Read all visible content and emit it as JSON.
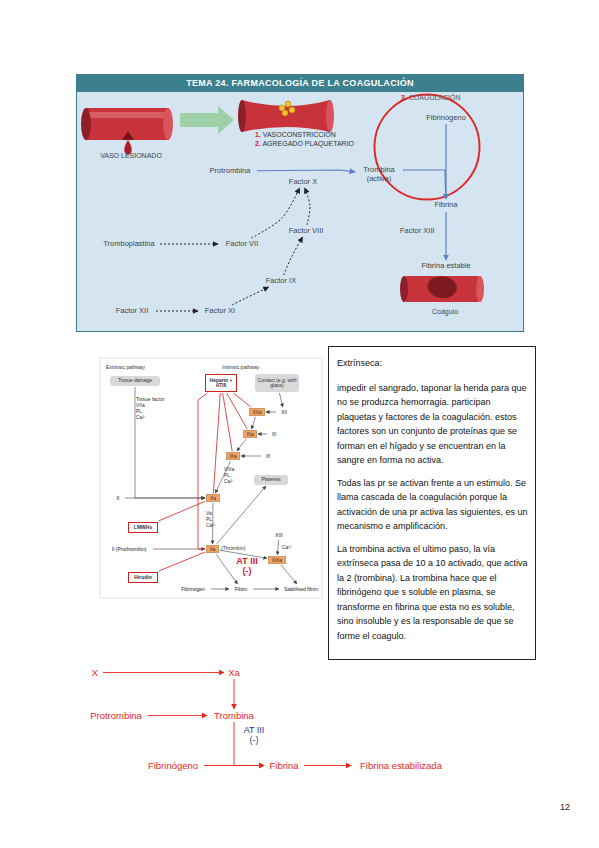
{
  "diagram": {
    "nodes": [
      {
        "text": [
          "TEMA 24. FARMACOLOGÍA DE LA COAGULACIÓN"
        ]
      },
      {
        "text": [
          "3. COAGULACIÓN"
        ],
        "in": 0
      },
      {
        "text": [
          "Fibrinógeno"
        ],
        "in": 1
      },
      {
        "text": [
          "Protrombina"
        ],
        "in": 0
      },
      {
        "text": [
          "Trombina (activa)"
        ],
        "in": 0
      },
      {
        "text": [
          "Factor X"
        ],
        "in": 0
      },
      {
        "text": [
          "Fibrina"
        ],
        "in": 0
      },
      {
        "text": [
          "Tromboplastina"
        ],
        "in": 0
      },
      {
        "text": [
          "Factor VII"
        ],
        "in": 0
      },
      {
        "text": [
          "Factor VIII"
        ],
        "in": 0
      },
      {
        "text": [
          "Factor IX"
        ],
        "in": 0
      },
      {
        "text": [
          "Fibrina estable"
        ],
        "in": 0
      },
      {
        "text": [
          "Factor XII"
        ],
        "in": 0
      },
      {
        "text": [
          "Factor XI"
        ],
        "in": 0
      },
      {
        "text": [
          "Tissue damage"
        ]
      },
      {
        "text": [
          "Heparin + ATIII"
        ]
      },
      {
        "text": [
          "Contact (e.g. with glass)"
        ]
      },
      {
        "text": [
          "XIIa"
        ]
      },
      {
        "text": [
          "XII"
        ]
      },
      {
        "text": [
          "XIa"
        ]
      },
      {
        "text": [
          "XI"
        ]
      },
      {
        "text": [
          "IXa"
        ]
      },
      {
        "text": [
          "IX"
        ]
      },
      {
        "text": [
          "Platelets"
        ]
      },
      {
        "text": [
          "X"
        ]
      },
      {
        "text": [
          "Xa"
        ]
      },
      {
        "text": [
          "LMWHs"
        ]
      },
      {
        "text": [
          "II (Prothrombin)"
        ]
      },
      {
        "text": [
          "IIa"
        ]
      },
      {
        "text": [
          "XIII"
        ]
      },
      {
        "text": [
          "XIIIa"
        ]
      },
      {
        "text": [
          "Hirudin"
        ]
      },
      {
        "text": [
          "Fibrinogen"
        ]
      },
      {
        "text": [
          "Fibrin"
        ]
      },
      {
        "text": [
          "Stabilised fibrin"
        ]
      },
      {
        "text": [
          "Extrínseca:",
          "impedir el sangrado, taponar la herida para que no se produzca hemorragia. participan plaquetas y factores de la coagulación. estos factores son un conjunto de proteínas que se forman en el hígado y se encuentran en la sangre en forma no activa.",
          "Todas las pr se activan frente a un estimulo. Se llama cascada de la coagulación porque la activación de una pr activa las siguientes, es un mecanismo e amplificación.",
          "La trombina activa el ultimo paso, la vía extrínseca pasa de 10 a 10 activado, que activa la 2 (trombina). La trombina hace que el fibrinógeno que s soluble en plasma, se transforme en fibrina que esta no es soluble, sino insoluble y es la responsable de que se forme el coagulo."
        ]
      },
      {
        "text": [
          "X"
        ]
      },
      {
        "text": [
          "Xa"
        ]
      },
      {
        "text": [
          "Protrombina"
        ]
      },
      {
        "text": [
          "Trombina"
        ]
      },
      {
        "text": [
          "Fibrinógeno"
        ]
      },
      {
        "text": [
          "Fibrina"
        ]
      },
      {
        "text": [
          "Fibrina estabilizada"
        ]
      }
    ],
    "edges": [
      {
        "from": 3,
        "to": 4,
        "arrow": "to"
      },
      {
        "from": 4,
        "to": 6,
        "arrow": "to"
      },
      {
        "from": 2,
        "to": 6,
        "arrow": "to"
      },
      {
        "from": 6,
        "to": 11,
        "label": "Factor XIII",
        "arrow": "to"
      },
      {
        "from": 7,
        "to": 8,
        "arrow": "to"
      },
      {
        "from": 8,
        "to": 5,
        "arrow": "to"
      },
      {
        "from": 9,
        "to": 5,
        "arrow": "to"
      },
      {
        "from": 10,
        "to": 9,
        "arrow": "to"
      },
      {
        "from": 13,
        "to": 10,
        "arrow": "to"
      },
      {
        "from": 12,
        "to": 13,
        "arrow": "to"
      },
      {
        "from": 16,
        "to": 18,
        "arrow": "to"
      },
      {
        "from": 18,
        "to": 17,
        "arrow": "to"
      },
      {
        "from": 17,
        "to": 19,
        "arrow": "to"
      },
      {
        "from": 20,
        "to": 19,
        "arrow": "to"
      },
      {
        "from": 19,
        "to": 21,
        "arrow": "to"
      },
      {
        "from": 22,
        "to": 21,
        "arrow": "to"
      },
      {
        "from": 21,
        "to": 25,
        "arrow": "to"
      },
      {
        "from": 24,
        "to": 25,
        "arrow": "to"
      },
      {
        "from": 14,
        "to": 25,
        "arrow": "to"
      },
      {
        "from": 25,
        "to": 28,
        "arrow": "to"
      },
      {
        "from": 27,
        "to": 28,
        "arrow": "to"
      },
      {
        "from": 28,
        "to": 33,
        "arrow": "to"
      },
      {
        "from": 32,
        "to": 33,
        "arrow": "to"
      },
      {
        "from": 33,
        "to": 34,
        "arrow": "to"
      },
      {
        "from": 29,
        "to": 30,
        "arrow": "to"
      },
      {
        "from": 30,
        "to": 34,
        "arrow": "to"
      },
      {
        "from": 28,
        "to": 30,
        "arrow": "to"
      },
      {
        "from": 28,
        "to": 23,
        "arrow": "to"
      },
      {
        "from": 15,
        "to": 17,
        "arrow": "none"
      },
      {
        "from": 15,
        "to": 19,
        "arrow": "none"
      },
      {
        "from": 15,
        "to": 21,
        "arrow": "none"
      },
      {
        "from": 15,
        "to": 25,
        "arrow": "none"
      },
      {
        "from": 15,
        "to": 28,
        "arrow": "none"
      },
      {
        "from": 26,
        "to": 25,
        "arrow": "none"
      },
      {
        "from": 31,
        "to": 28,
        "arrow": "none"
      },
      {
        "from": 36,
        "to": 37,
        "arrow": "to"
      },
      {
        "from": 37,
        "to": 39,
        "arrow": "to"
      },
      {
        "from": 38,
        "to": 39,
        "arrow": "to"
      },
      {
        "from": 39,
        "to": 41,
        "label": "AT III (-)",
        "arrow": "to"
      },
      {
        "from": 40,
        "to": 41,
        "arrow": "to"
      },
      {
        "from": 41,
        "to": 42,
        "arrow": "to"
      }
    ],
    "labels": [
      "VASO LESIONADO",
      "1. VASOCONSTRICCIÓN",
      "2. AGREGADO PLAQUETARIO",
      "Coágulo",
      "Extrinsic pathway",
      "Intrinsic pathway",
      "Tissue factor",
      "VIIa",
      "PL",
      "Ca²⁺",
      "VIIIa",
      "PL",
      "Ca²⁺",
      "Va",
      "PL",
      "Ca²⁺",
      "(Thrombin)",
      "Ca²⁺",
      "AT III (-)",
      "12"
    ]
  }
}
